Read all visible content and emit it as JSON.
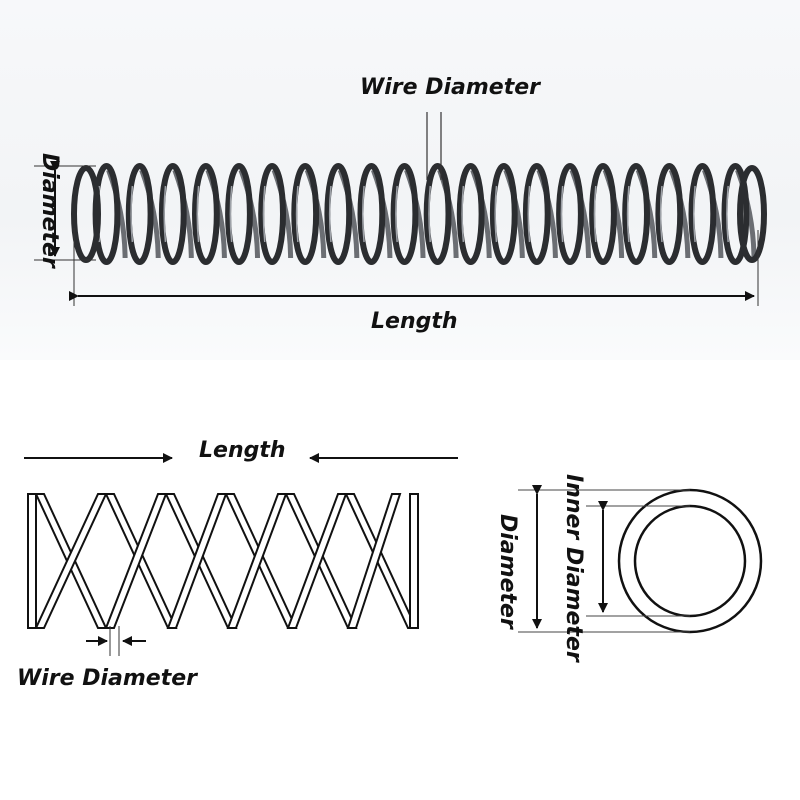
{
  "colors": {
    "spring_metal": "#2b2d30",
    "line": "#111111",
    "background": "#ffffff"
  },
  "photo": {
    "labels": {
      "wire_diameter": "Wire Diameter",
      "diameter": "Diameter",
      "length": "Length"
    }
  },
  "drawing": {
    "labels": {
      "length": "Length",
      "wire_diameter": "Wire Diameter",
      "diameter": "Diameter",
      "inner_diameter": "Inner Diameter"
    }
  }
}
